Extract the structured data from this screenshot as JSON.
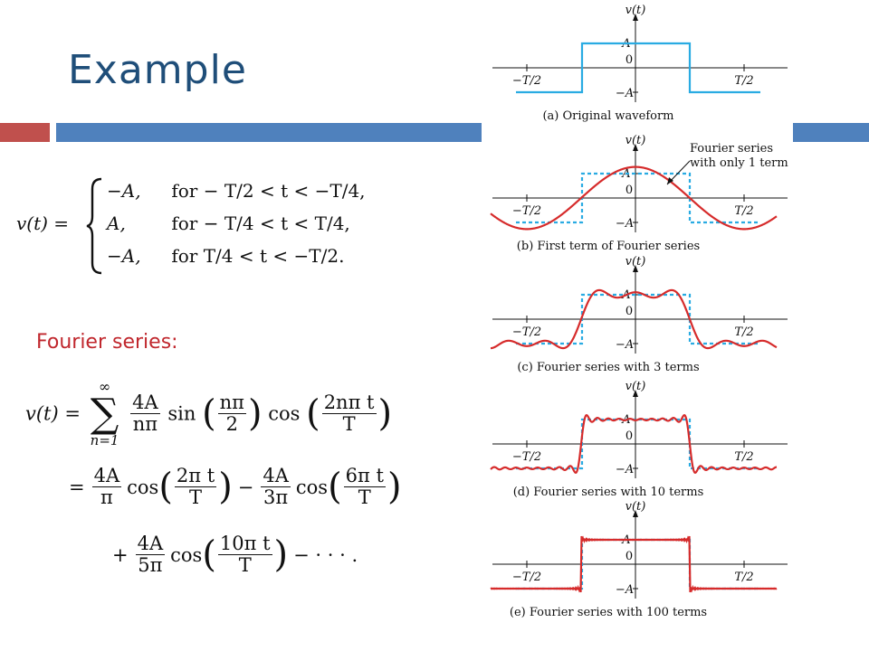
{
  "slide": {
    "title": "Example",
    "fourier_label": "Fourier series:",
    "colors": {
      "title": "#1f4e79",
      "bar_red": "#c0504d",
      "bar_blue": "#4f81bd",
      "label_red": "#c0272d"
    }
  },
  "piecewise": {
    "lhs": "v(t) =",
    "rows": [
      {
        "value": "−A,",
        "condition": "for − T/2 < t < −T/4,"
      },
      {
        "value": "A,",
        "condition": "for − T/4 < t < T/4,"
      },
      {
        "value": "−A,",
        "condition": "for T/4 < t < −T/2."
      }
    ]
  },
  "series": {
    "lhs": "v(t) =",
    "sum_upper": "∞",
    "sum_lower": "n=1",
    "term_coeff_num": "4A",
    "term_coeff_den": "nπ",
    "sin_arg_num": "nπ",
    "sin_arg_den": "2",
    "cos_arg_num": "2nπ t",
    "cos_arg_den": "T",
    "line2": [
      {
        "sign": "=",
        "num": "4A",
        "den": "π",
        "arg_num": "2π t",
        "arg_den": "T"
      },
      {
        "sign": "−",
        "num": "4A",
        "den": "3π",
        "arg_num": "6π t",
        "arg_den": "T"
      }
    ],
    "line3": [
      {
        "sign": "+",
        "num": "4A",
        "den": "5π",
        "arg_num": "10π t",
        "arg_den": "T"
      }
    ],
    "tail": "− · · · ."
  },
  "plots": {
    "axis_label": "v(t)",
    "amp_pos": "A",
    "amp_neg": "−A",
    "zero": "0",
    "neg_half": "−T/2",
    "pos_half": "T/2",
    "square_color": "#29abe2",
    "fourier_color": "#d62b2b",
    "annotation": [
      "Fourier series",
      "with only 1 term"
    ],
    "panels": [
      {
        "caption": "(a) Original waveform",
        "terms": 0
      },
      {
        "caption": "(b) First term of Fourier series",
        "terms": 1
      },
      {
        "caption": "(c) Fourier series with 3 terms",
        "terms": 3
      },
      {
        "caption": "(d) Fourier series with 10 terms",
        "terms": 10
      },
      {
        "caption": "(e) Fourier series with 100 terms",
        "terms": 100
      }
    ]
  }
}
